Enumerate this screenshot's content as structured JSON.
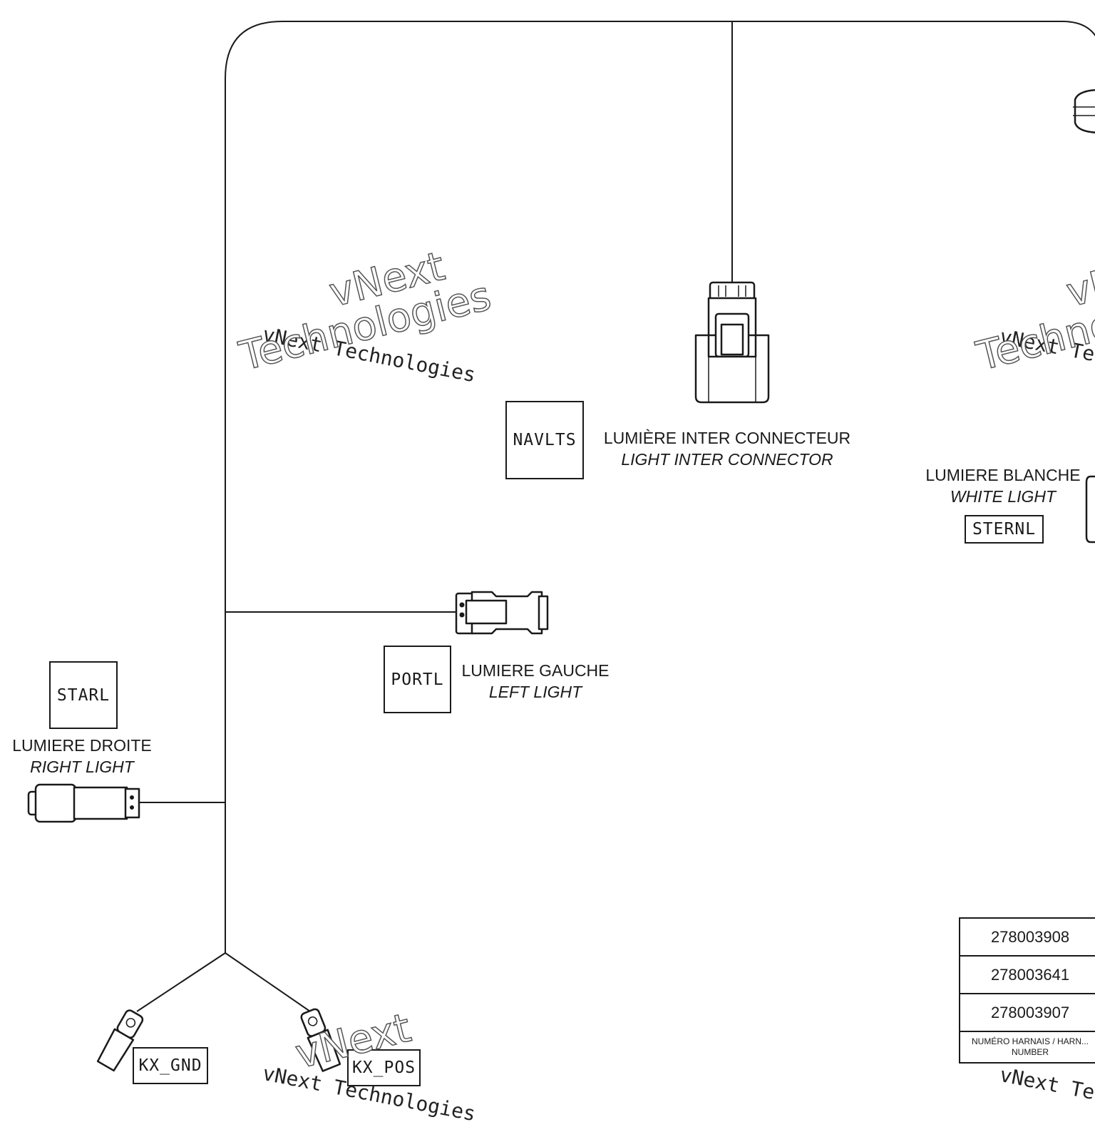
{
  "connectors": {
    "navlts": {
      "tag": "NAVLTS",
      "label_fr": "LUMIÈRE INTER CONNECTEUR",
      "label_en": "LIGHT INTER CONNECTOR"
    },
    "sternl": {
      "tag": "STERNL",
      "label_fr": "LUMIERE BLANCHE",
      "label_en": "WHITE LIGHT"
    },
    "portl": {
      "tag": "PORTL",
      "label_fr": "LUMIERE GAUCHE",
      "label_en": "LEFT LIGHT"
    },
    "starl": {
      "tag": "STARL",
      "label_fr": "LUMIERE DROITE",
      "label_en": "RIGHT LIGHT"
    },
    "kx_gnd": {
      "tag": "KX_GND"
    },
    "kx_pos": {
      "tag": "KX_POS"
    }
  },
  "harness_table": {
    "part_numbers": [
      "278003908",
      "278003641",
      "278003907"
    ],
    "header": "NUMÉRO HARNAIS / HARN... NUMBER"
  },
  "watermark": {
    "line1": "vNext Technologies",
    "big_top": "vNext",
    "big_bottom": "Technologies"
  }
}
